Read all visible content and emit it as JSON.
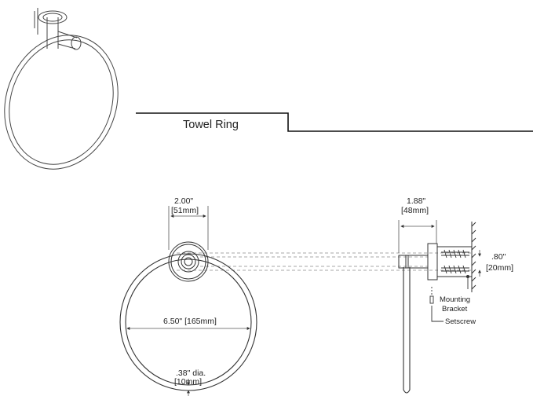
{
  "title": "Towel Ring",
  "dimensions": {
    "plate_width_in": "2.00\"",
    "plate_width_mm": "[51mm]",
    "projection_in": "1.88\"",
    "projection_mm": "[48mm]",
    "bracket_height_in": ".80\"",
    "bracket_height_mm": "[20mm]",
    "ring_diameter": "6.50\" [165mm]",
    "rod_diameter_in": ".38\" dia.",
    "rod_diameter_mm": "[10mm]"
  },
  "callouts": {
    "mounting_line1": "Mounting",
    "mounting_line2": "Bracket",
    "setscrew": "Setscrew"
  },
  "colors": {
    "line": "#333333",
    "hidden_line": "#8a8a8a",
    "text": "#222222"
  }
}
